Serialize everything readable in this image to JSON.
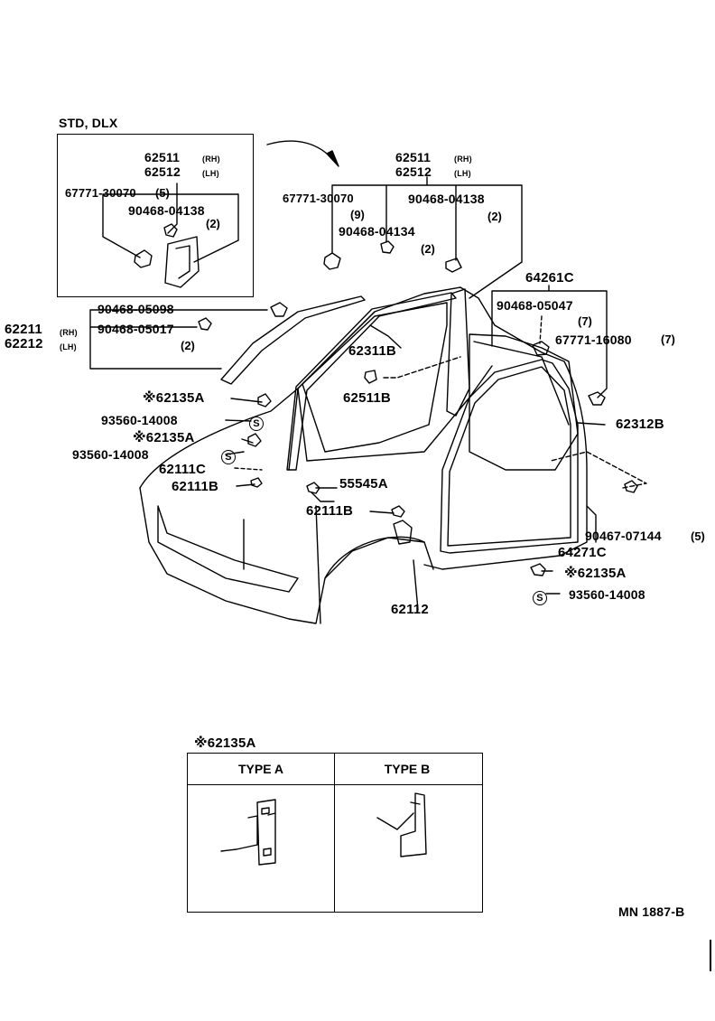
{
  "std_box": {
    "title": "STD, DLX"
  },
  "labels": {
    "p62511_std": "62511",
    "p62512_std": "62512",
    "rh": "(RH)",
    "lh": "(LH)",
    "p67771_30070_std": "67771-30070",
    "q5_std": "(5)",
    "p90468_04138_std": "90468-04138",
    "q2_std": "(2)",
    "p62511": "62511",
    "p62512": "62512",
    "p67771_30070": "67771-30070",
    "q9": "(9)",
    "p90468_04138": "90468-04138",
    "q2_a": "(2)",
    "p90468_04134": "90468-04134",
    "q2_b": "(2)",
    "p64261c": "64261C",
    "p90468_05047": "90468-05047",
    "q7": "(7)",
    "p67771_16080": "67771-16080",
    "q7b": "(7)",
    "p90468_05098": "90468-05098",
    "p62211": "62211",
    "p62212": "62212",
    "p90468_05017": "90468-05017",
    "q2_c": "(2)",
    "p62311b": "62311B",
    "p62511b": "62511B",
    "p62135a_1": "※62135A",
    "p93560_1": "93560-14008",
    "p62135a_2": "※62135A",
    "p93560_2": "93560-14008",
    "p62111c": "62111C",
    "p62111b_1": "62111B",
    "p55545a": "55545A",
    "p62111b_2": "62111B",
    "p62112": "62112",
    "p62312b": "62312B",
    "p90467_07144": "90467-07144",
    "q5": "(5)",
    "p64271c": "64271C",
    "p62135a_3": "※62135A",
    "p93560_3": "93560-14008",
    "s_symbol": "S"
  },
  "inset": {
    "title": "※62135A",
    "type_a": "TYPE A",
    "type_b": "TYPE B"
  },
  "footer": {
    "code": "MN  1887-B"
  }
}
